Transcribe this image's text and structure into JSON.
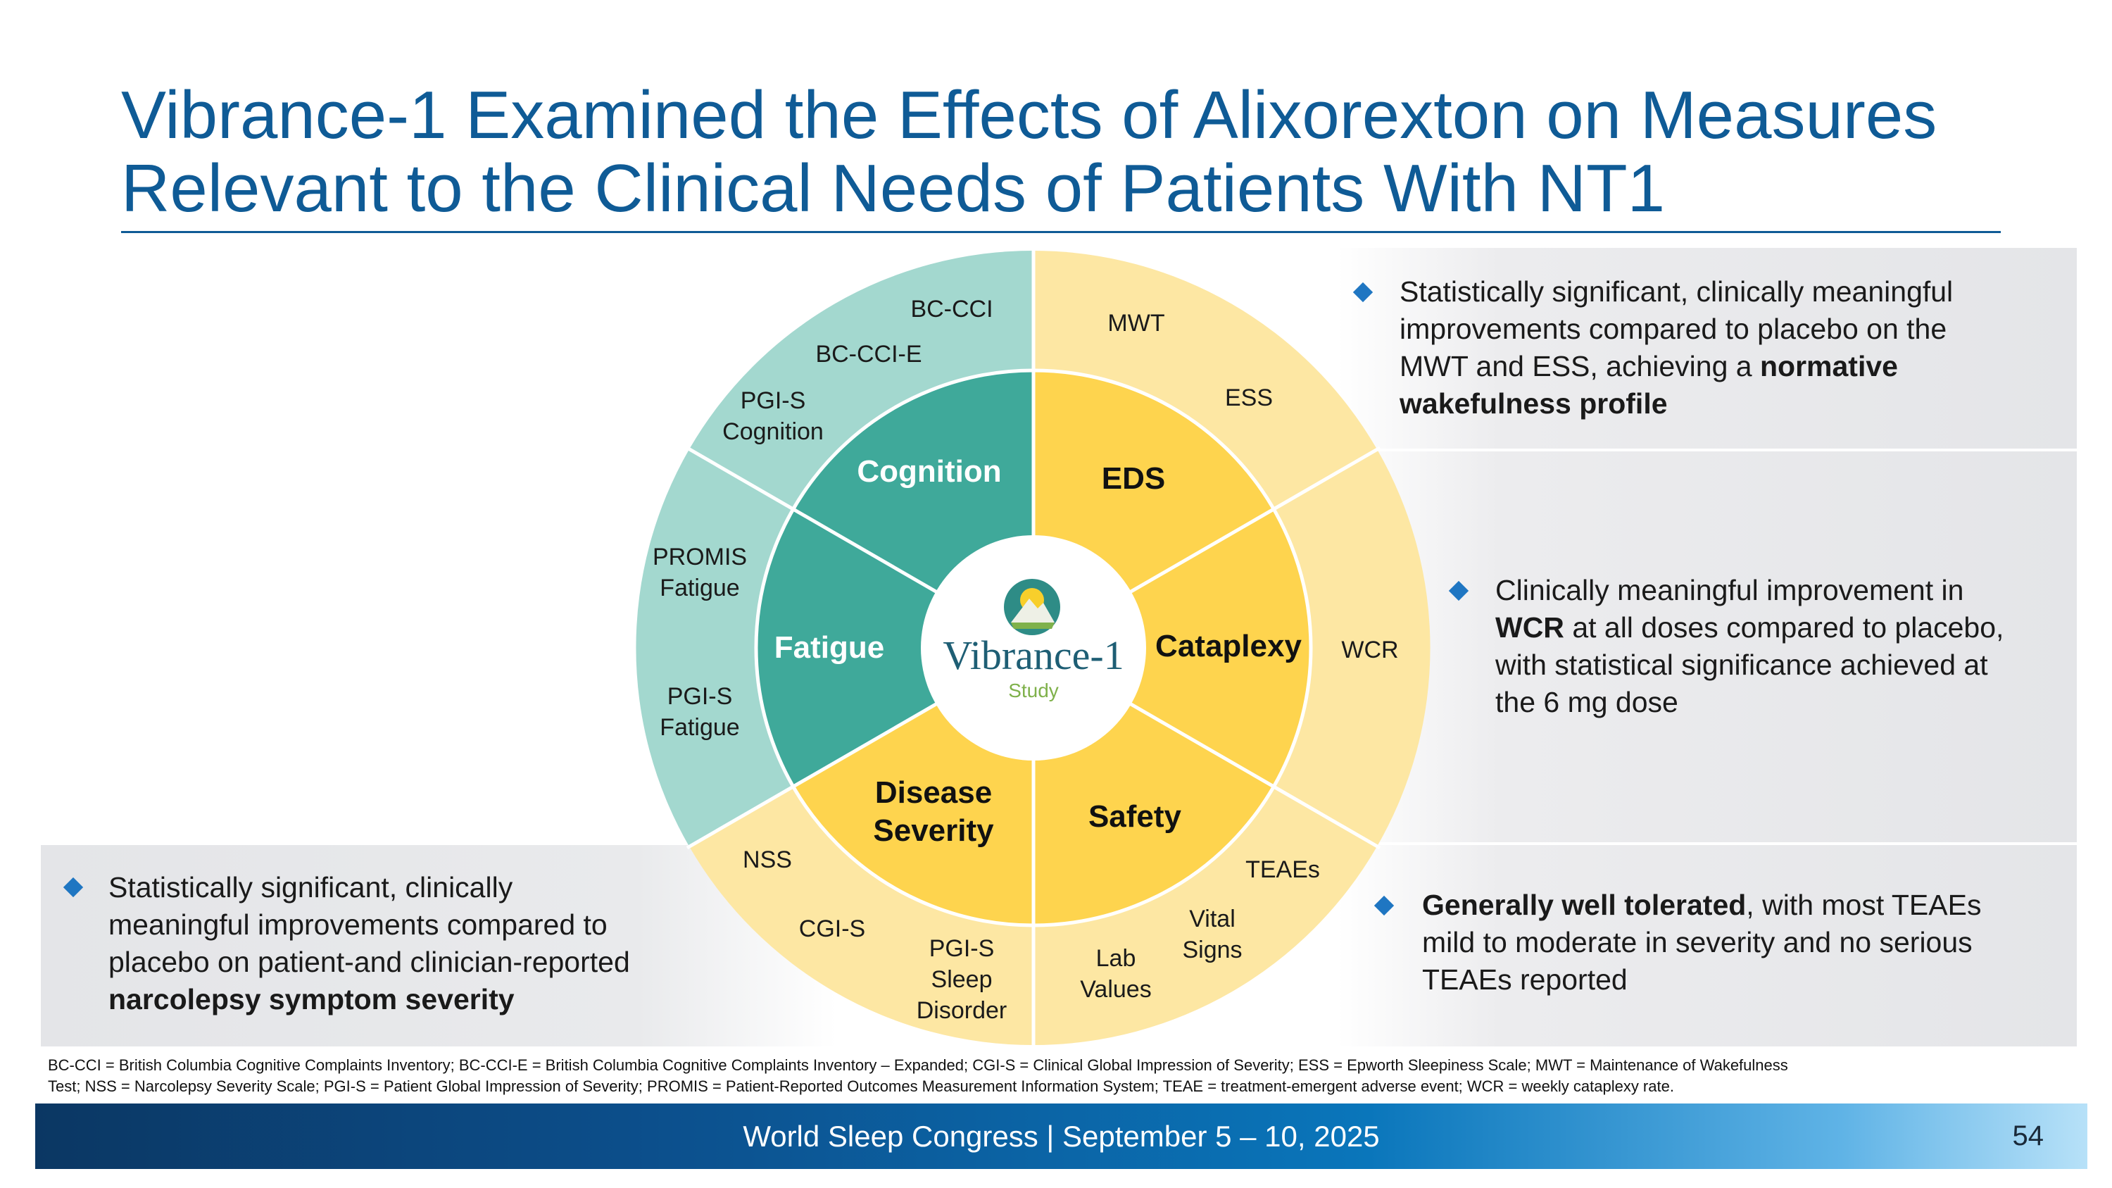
{
  "title": {
    "line1": "Vibrance-1 Examined the Effects of Alixorexton on Measures",
    "line2": "Relevant to the Clinical Needs of Patients With NT1"
  },
  "colors": {
    "title_blue": "#0f5b96",
    "teal_dark": "#3fa99a",
    "teal_light": "#a3d8cf",
    "yellow_dark": "#fed44e",
    "yellow_light": "#fde7a3",
    "bullet_blue": "#1f76c2"
  },
  "wheel": {
    "center": {
      "logo_icon": "mountain-sun-logo-icon",
      "name": "Vibrance-1",
      "sub": "Study"
    },
    "inner": {
      "cognition": "Cognition",
      "eds": "EDS",
      "cataplexy": "Cataplexy",
      "safety": "Safety",
      "disease_severity_1": "Disease",
      "disease_severity_2": "Severity",
      "fatigue": "Fatigue"
    },
    "outer": {
      "bc_cci": "BC-CCI",
      "bc_cci_e": "BC-CCI-E",
      "pgis_cog_1": "PGI-S",
      "pgis_cog_2": "Cognition",
      "promis_1": "PROMIS",
      "promis_2": "Fatigue",
      "pgis_fat_1": "PGI-S",
      "pgis_fat_2": "Fatigue",
      "mwt": "MWT",
      "ess": "ESS",
      "wcr": "WCR",
      "teaes": "TEAEs",
      "vital_1": "Vital",
      "vital_2": "Signs",
      "lab_1": "Lab",
      "lab_2": "Values",
      "nss": "NSS",
      "cgis": "CGI-S",
      "pgis_sleep_1": "PGI-S",
      "pgis_sleep_2": "Sleep",
      "pgis_sleep_3": "Disorder"
    }
  },
  "bullets": {
    "eds": {
      "l1": "Statistically significant, clinically meaningful",
      "l2": "improvements compared to placebo on the",
      "l3_pre": "MWT and ESS, achieving a ",
      "l3_bold": "normative",
      "l4_bold": "wakefulness profile"
    },
    "cataplexy": {
      "l1": "Clinically meaningful improvement in",
      "l2_bold": "WCR",
      "l2_post": " at all doses compared to placebo,",
      "l3": "with statistical significance achieved at",
      "l4": "the 6 mg dose"
    },
    "safety": {
      "l1_bold": "Generally well tolerated",
      "l1_post": ", with most TEAEs",
      "l2": "mild to moderate in severity and no serious",
      "l3": "TEAEs reported"
    },
    "severity": {
      "l1": "Statistically significant, clinically",
      "l2": "meaningful improvements compared to",
      "l3": "placebo on patient-and clinician-reported",
      "l4_bold": "narcolepsy symptom severity"
    }
  },
  "footnote": {
    "line1": "BC-CCI = British Columbia Cognitive Complaints Inventory; BC-CCI-E = British Columbia Cognitive Complaints Inventory – Expanded; CGI-S = Clinical Global Impression of Severity; ESS = Epworth Sleepiness Scale; MWT = Maintenance of Wakefulness",
    "line2": "Test; NSS = Narcolepsy Severity Scale; PGI-S = Patient Global Impression of Severity; PROMIS = Patient-Reported Outcomes Measurement Information System; TEAE = treatment-emergent adverse event; WCR = weekly cataplexy rate."
  },
  "footer": {
    "text": "World Sleep Congress | September 5 – 10, 2025",
    "page": "54"
  }
}
